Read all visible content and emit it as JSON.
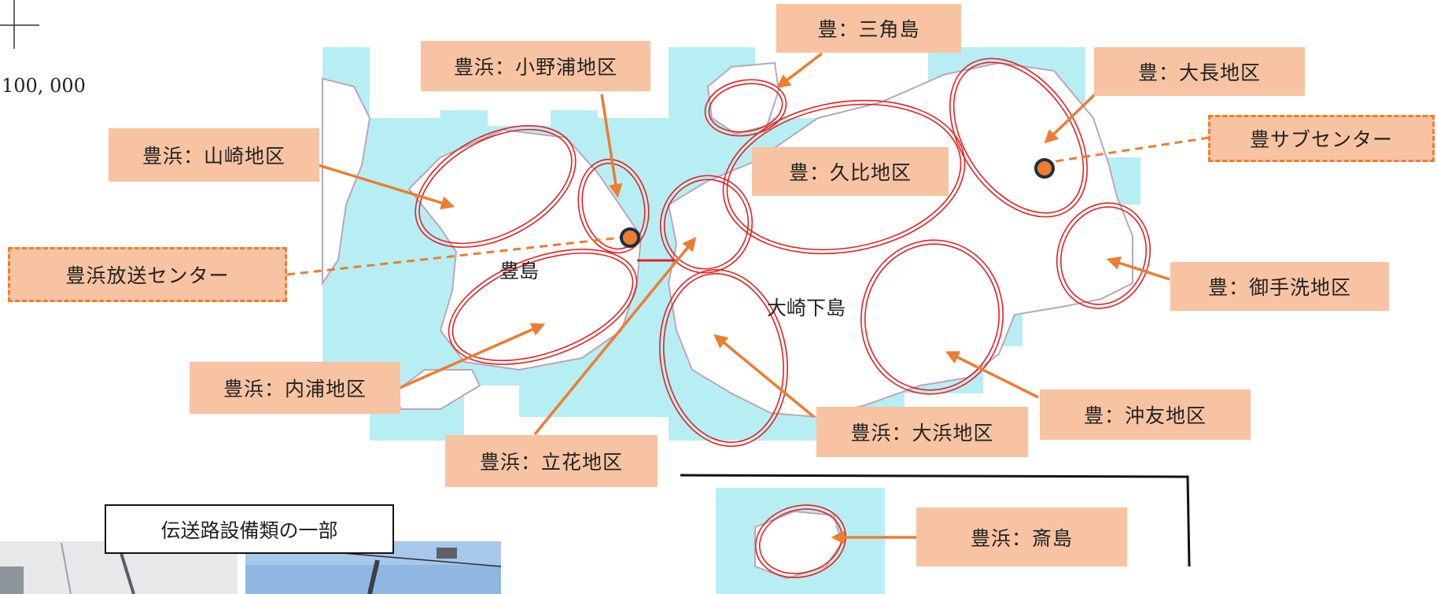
{
  "scale_text": "100, 000",
  "islands": {
    "toyoshima": "豊島",
    "osakishimojima": "大崎下島"
  },
  "areas": {
    "yamasaki": "豊浜：山崎地区",
    "onoura": "豊浜：小野浦地区",
    "uchiura": "豊浜：内浦地区",
    "tachibana": "豊浜：立花地区",
    "ohama": "豊浜：大浜地区",
    "saijima": "豊浜：斎島",
    "sankakujima": "豊：三角島",
    "kubi": "豊：久比地区",
    "ocho": "豊：大長地区",
    "mitarai": "豊：御手洗地区",
    "okitomo": "豊：沖友地区"
  },
  "centers": {
    "toyohama": "豊浜放送センター",
    "yutaka_sub": "豊サブセンター"
  },
  "equipment_caption": "伝送路設備類の一部",
  "colors": {
    "sea": "#b7eef4",
    "boundary": "#e62020",
    "arrow": "#ec7d31",
    "label_bg": "#f7c3a3",
    "marker": "#ec7d31"
  },
  "icons": {
    "crosshair": "crosshair-icon",
    "center_marker": "station-marker-icon"
  }
}
